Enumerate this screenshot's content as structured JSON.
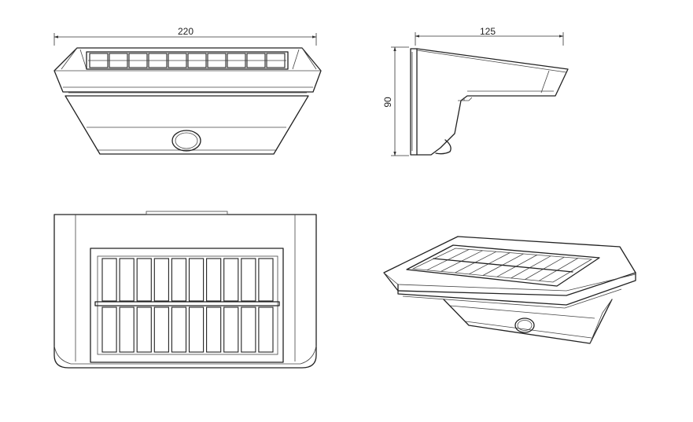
{
  "dimensions": {
    "width_label": "220",
    "depth_label": "125",
    "height_label": "90"
  },
  "colors": {
    "line": "#222222",
    "background": "#ffffff"
  },
  "solar_panel": {
    "cell_columns": 10,
    "cell_rows": 2
  }
}
